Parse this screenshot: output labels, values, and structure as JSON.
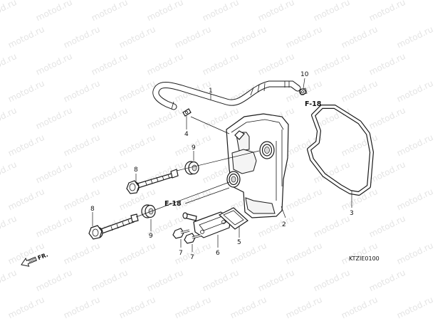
{
  "watermark": {
    "text": "motod.ru"
  },
  "callouts": {
    "c1": "1",
    "c2": "2",
    "c3": "3",
    "c4": "4",
    "c5": "5",
    "c6": "6",
    "c7a": "7",
    "c7b": "7",
    "c8a": "8",
    "c8b": "8",
    "c9a": "9",
    "c9b": "9",
    "c10": "10"
  },
  "refs": {
    "f18": "F-18",
    "e18": "E-18"
  },
  "direction": {
    "label": "FR."
  },
  "diagram_code": "KTZIE0100"
}
